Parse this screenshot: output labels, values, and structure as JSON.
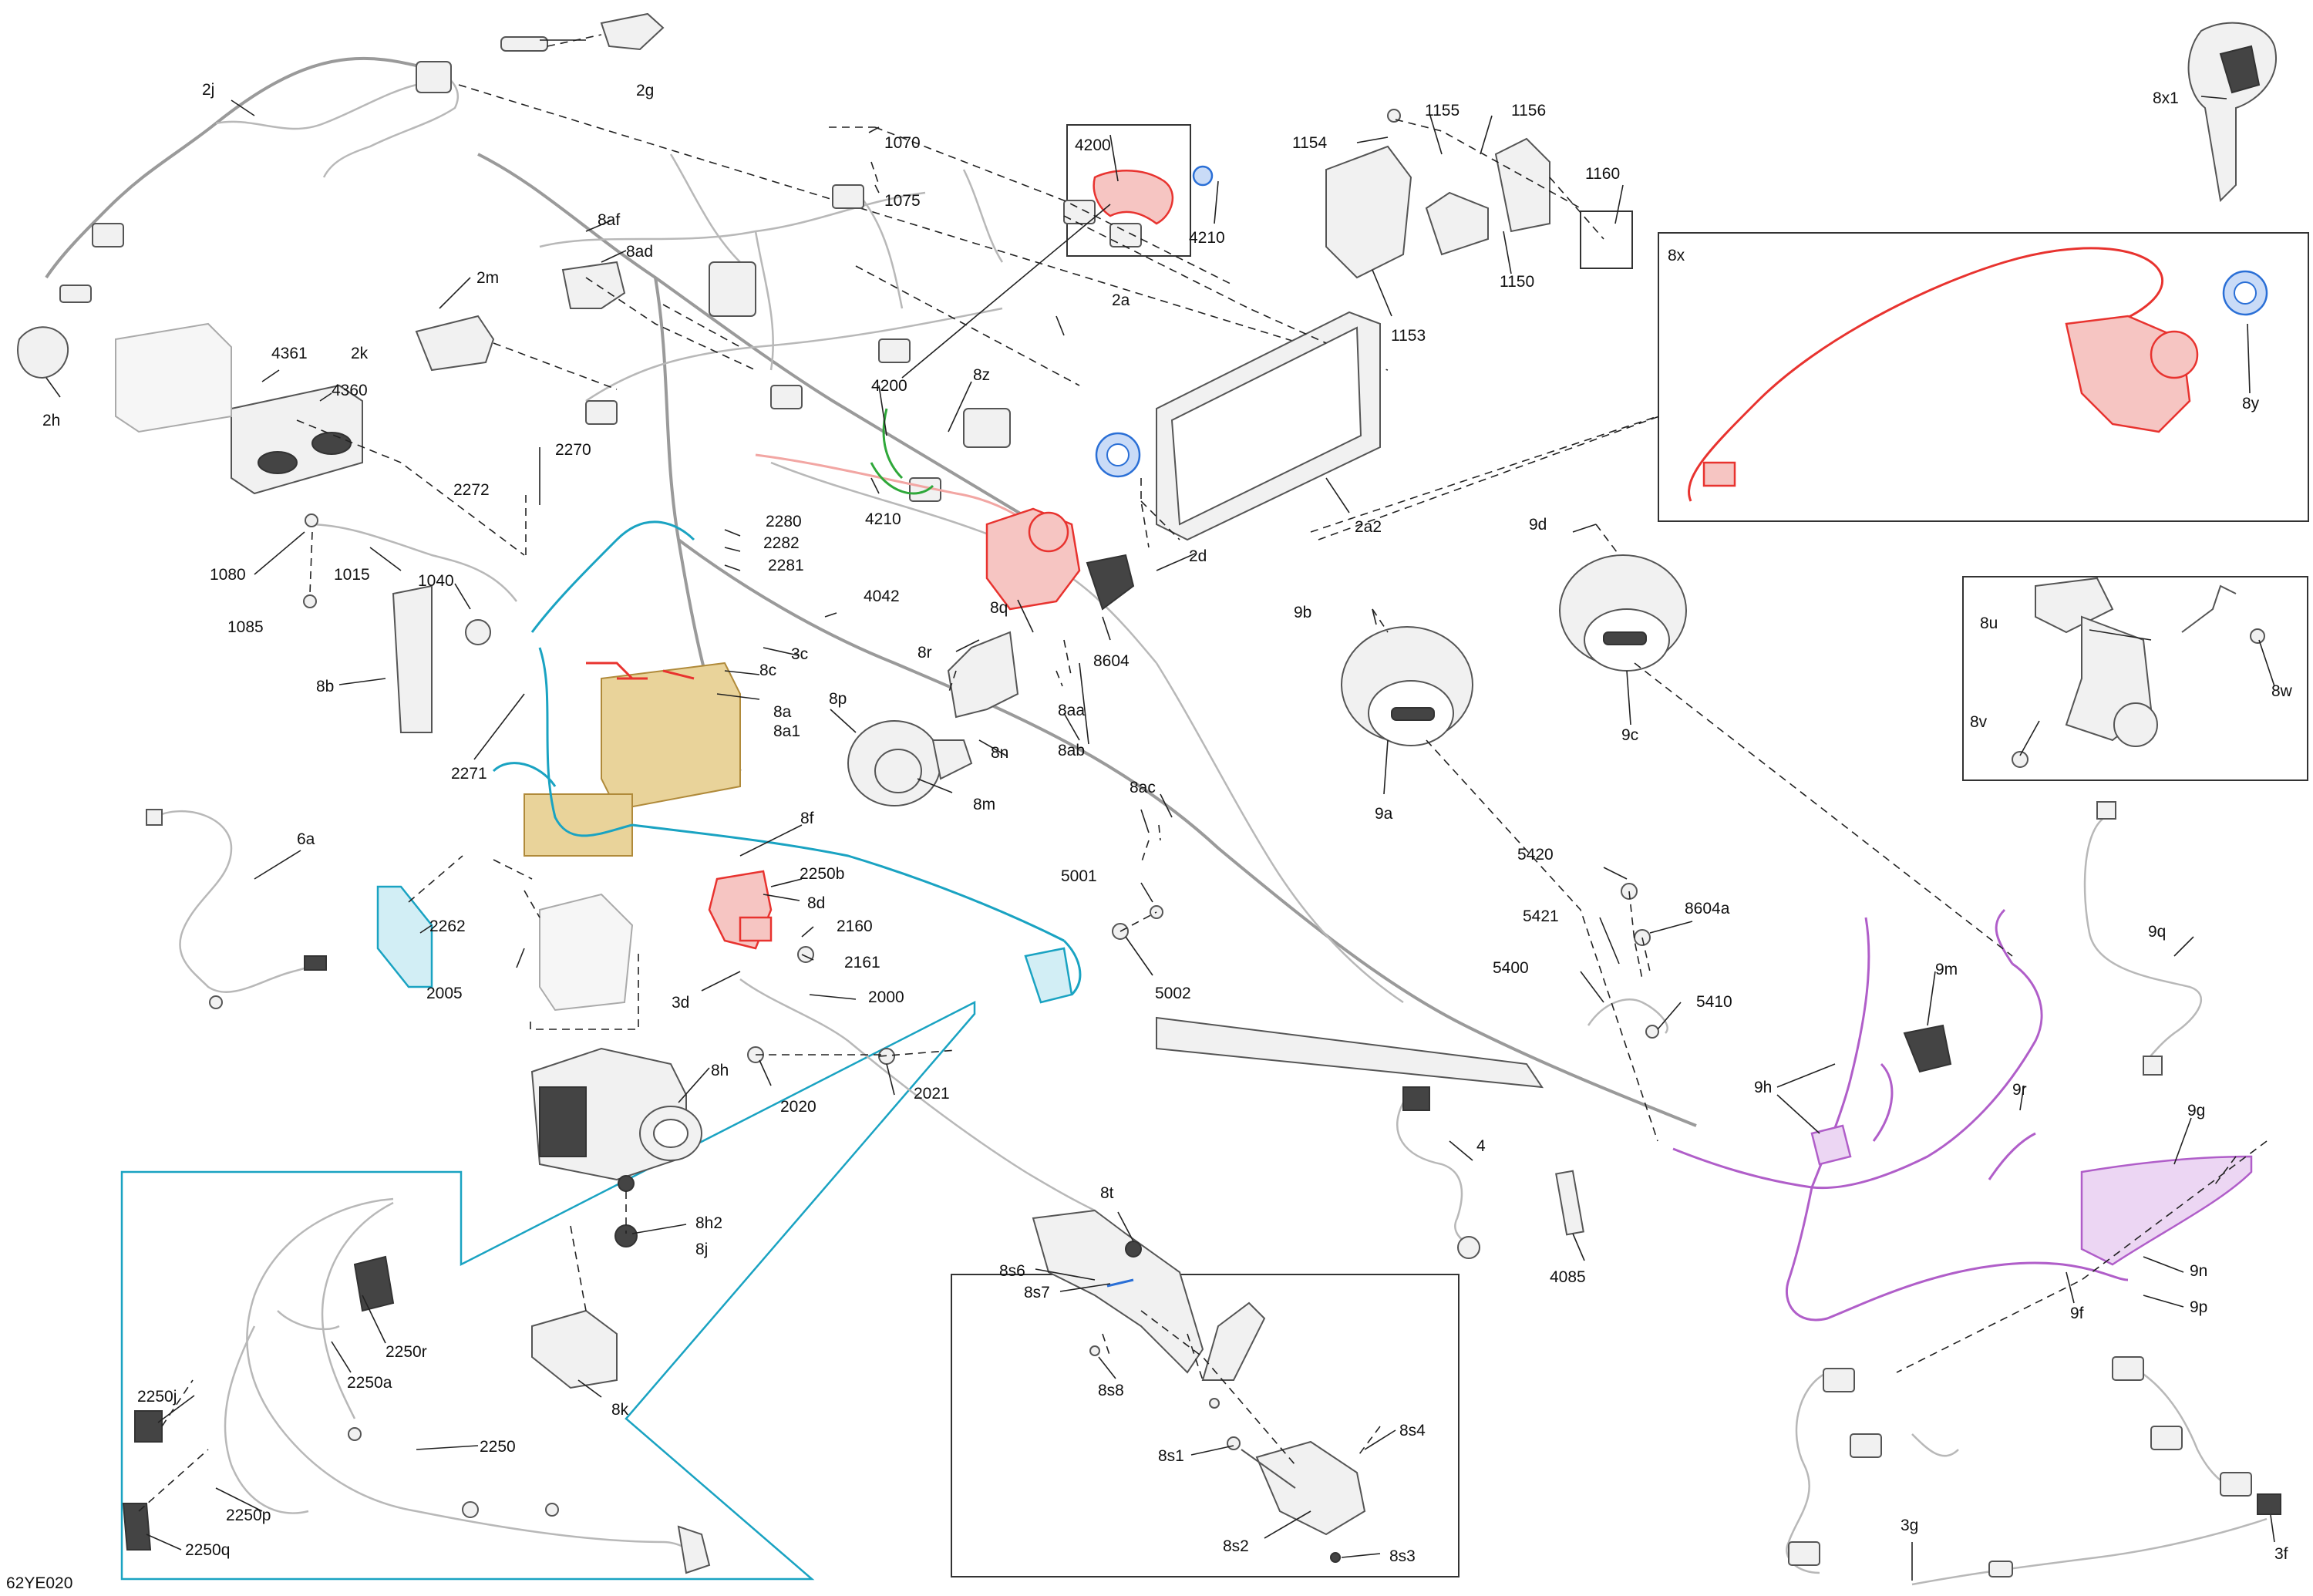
{
  "diagram_id": "62YE020",
  "colors": {
    "highlight_red": "#e8332f",
    "highlight_blue": "#2a6fd6",
    "highlight_cyan": "#1aa3c2",
    "highlight_purple": "#b05ec9",
    "highlight_green": "#2fa83a",
    "line": "#222222"
  },
  "labels": {
    "l_2g": "2g",
    "l_2j": "2j",
    "l_2h": "2h",
    "l_2m": "2m",
    "l_2k": "2k",
    "l_8af": "8af",
    "l_8ad": "8ad",
    "l_1070": "1070",
    "l_1075": "1075",
    "l_4200_top": "4200",
    "l_4210_top": "4210",
    "l_2a": "2a",
    "l_1154": "1154",
    "l_1155": "1155",
    "l_1156": "1156",
    "l_1160": "1160",
    "l_1150": "1150",
    "l_1153": "1153",
    "l_8x1": "8x1",
    "l_8x": "8x",
    "l_8y": "8y",
    "l_4361": "4361",
    "l_4360": "4360",
    "l_2270": "2270",
    "l_2272": "2272",
    "l_4200": "4200",
    "l_8z": "8z",
    "l_4210": "4210",
    "l_2a2": "2a2",
    "l_2d": "2d",
    "l_9d": "9d",
    "l_1080": "1080",
    "l_1015": "1015",
    "l_1040": "1040",
    "l_1085": "1085",
    "l_2280": "2280",
    "l_2282": "2282",
    "l_2281": "2281",
    "l_4042": "4042",
    "l_8q": "8q",
    "l_8r": "8r",
    "l_3c": "3c",
    "l_8604": "8604",
    "l_9b": "9b",
    "l_8u": "8u",
    "l_8w": "8w",
    "l_8b": "8b",
    "l_8c": "8c",
    "l_8a": "8a",
    "l_8a1": "8a1",
    "l_8p": "8p",
    "l_8aa": "8aa",
    "l_8n": "8n",
    "l_8ab": "8ab",
    "l_9c": "9c",
    "l_8v": "8v",
    "l_2271": "2271",
    "l_8m": "8m",
    "l_9a": "9a",
    "l_8ac": "8ac",
    "l_6a": "6a",
    "l_8f": "8f",
    "l_2250b": "2250b",
    "l_5420": "5420",
    "l_5001": "5001",
    "l_5421": "5421",
    "l_8604a": "8604a",
    "l_8d": "8d",
    "l_9q": "9q",
    "l_2262": "2262",
    "l_2160": "2160",
    "l_9m": "9m",
    "l_5400": "5400",
    "l_2161": "2161",
    "l_2005": "2005",
    "l_5002": "5002",
    "l_3d": "3d",
    "l_2000": "2000",
    "l_5410": "5410",
    "l_8h": "8h",
    "l_2020": "2020",
    "l_2021": "2021",
    "l_9h": "9h",
    "l_9r": "9r",
    "l_4": "4",
    "l_9g": "9g",
    "l_8t": "8t",
    "l_8h2": "8h2",
    "l_8j": "8j",
    "l_8s6": "8s6",
    "l_8s7": "8s7",
    "l_4085": "4085",
    "l_9n": "9n",
    "l_9p": "9p",
    "l_9f": "9f",
    "l_8s8": "8s8",
    "l_2250j": "2250j",
    "l_2250r": "2250r",
    "l_2250a": "2250a",
    "l_8k": "8k",
    "l_8s4": "8s4",
    "l_8s1": "8s1",
    "l_2250": "2250",
    "l_2250p": "2250p",
    "l_3g": "3g",
    "l_2250q": "2250q",
    "l_8s2": "8s2",
    "l_8s3": "8s3",
    "l_3f": "3f"
  }
}
